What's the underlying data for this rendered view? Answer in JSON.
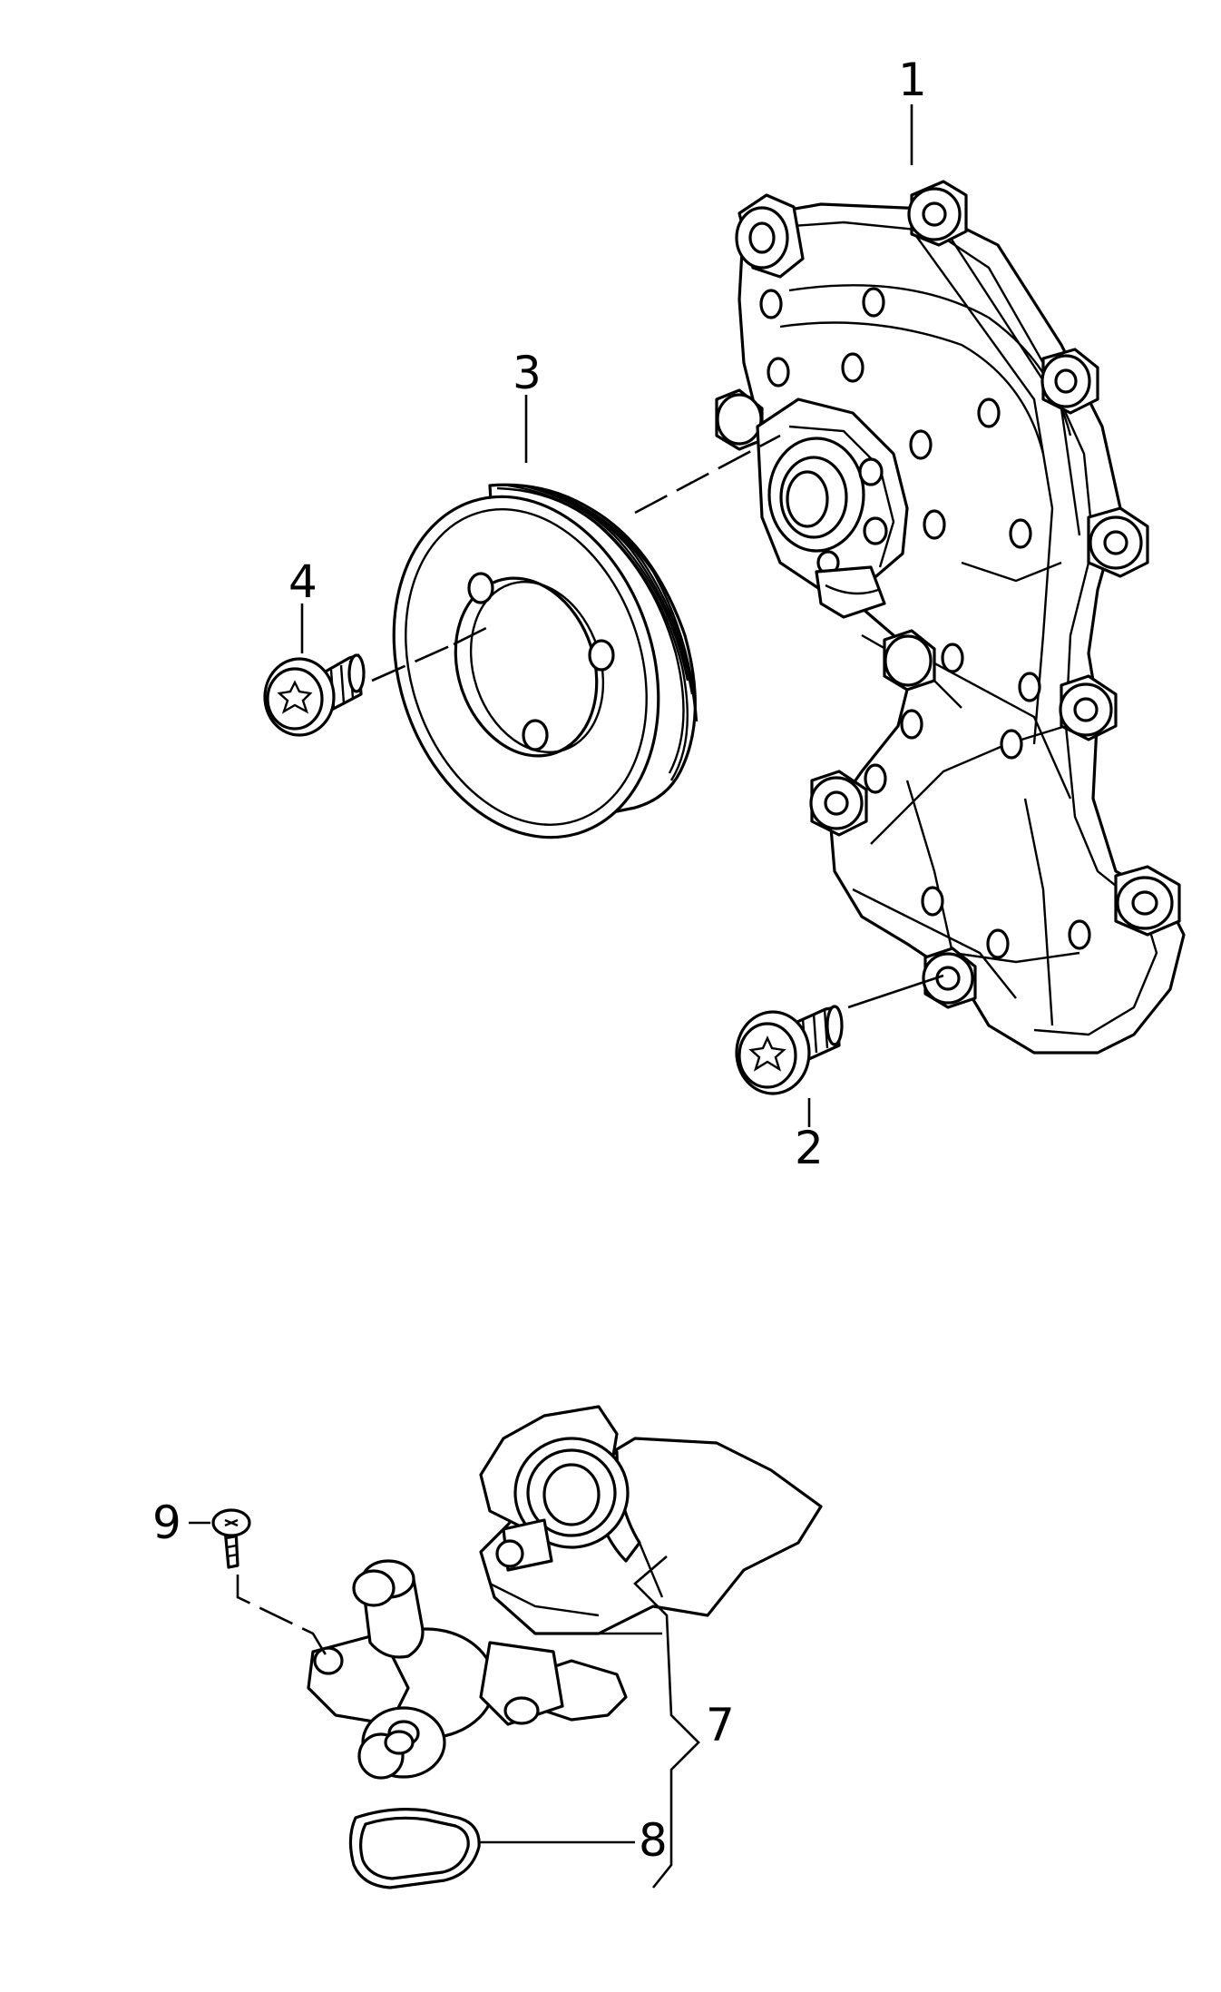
{
  "callouts": {
    "c1": "1",
    "c2": "2",
    "c3": "3",
    "c4": "4",
    "c7": "7",
    "c8": "8",
    "c9": "9"
  },
  "colors": {
    "ink": "#000000",
    "paper": "#ffffff"
  }
}
